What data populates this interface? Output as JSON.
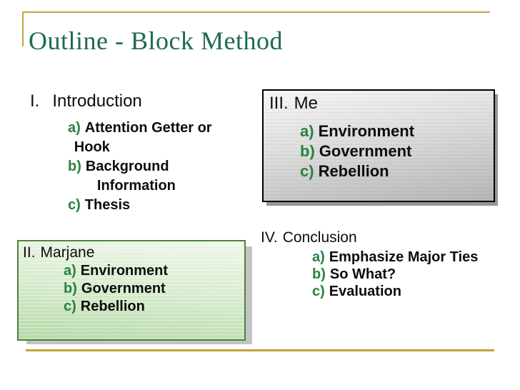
{
  "slide": {
    "title": "Outline - Block Method",
    "colors": {
      "accent_gold": "#C3A439",
      "title_green": "#1E6B4B",
      "item_label_green": "#28813F",
      "me_box_border": "#000000",
      "marjane_box_border": "#517F3F"
    },
    "sections": {
      "intro": {
        "numeral": "I.",
        "title": "Introduction",
        "items": [
          {
            "letter": "a)",
            "lines": [
              "Attention Getter or",
              "Hook"
            ]
          },
          {
            "letter": "b)",
            "lines": [
              "Background",
              "Information"
            ]
          },
          {
            "letter": "c)",
            "lines": [
              "Thesis"
            ]
          }
        ]
      },
      "me": {
        "numeral": "III.",
        "title": "Me",
        "items": [
          {
            "letter": "a)",
            "lines": [
              "Environment"
            ]
          },
          {
            "letter": "b)",
            "lines": [
              "Government"
            ]
          },
          {
            "letter": "c)",
            "lines": [
              "Rebellion"
            ]
          }
        ]
      },
      "marjane": {
        "numeral": "II.",
        "title": "Marjane",
        "items": [
          {
            "letter": "a)",
            "lines": [
              "Environment"
            ]
          },
          {
            "letter": "b)",
            "lines": [
              "Government"
            ]
          },
          {
            "letter": "c)",
            "lines": [
              "Rebellion"
            ]
          }
        ]
      },
      "conclusion": {
        "numeral": "IV.",
        "title": "Conclusion",
        "items": [
          {
            "letter": "a)",
            "lines": [
              "Emphasize Major Ties"
            ]
          },
          {
            "letter": "b)",
            "lines": [
              "So What?"
            ]
          },
          {
            "letter": "c)",
            "lines": [
              "Evaluation"
            ]
          }
        ]
      }
    }
  }
}
